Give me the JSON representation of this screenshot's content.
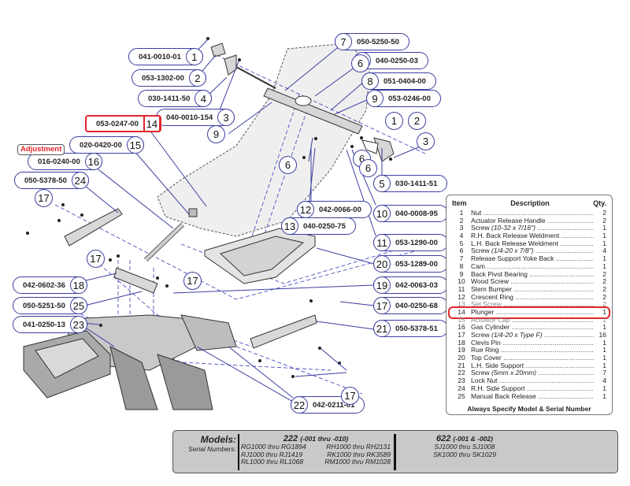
{
  "diagram": {
    "callouts": [
      {
        "item": "1",
        "part": "041-0010-01"
      },
      {
        "item": "2",
        "part": "053-1302-00"
      },
      {
        "item": "4",
        "part": "030-1411-50"
      },
      {
        "item": "3",
        "part": "040-0010-154"
      },
      {
        "item": "14",
        "part": "053-0247-00"
      },
      {
        "item": "15",
        "part": "020-0420-00"
      },
      {
        "item": "16",
        "part": "016-0240-00"
      },
      {
        "item": "24",
        "part": "050-5378-50"
      },
      {
        "item": "18",
        "part": "042-0602-36"
      },
      {
        "item": "25",
        "part": "050-5251-50"
      },
      {
        "item": "23",
        "part": "041-0250-13"
      },
      {
        "item": "7",
        "part": "050-5250-50"
      },
      {
        "item": "6",
        "part": "040-0250-03"
      },
      {
        "item": "8",
        "part": "051-0404-00"
      },
      {
        "item": "9",
        "part": "053-0246-00"
      },
      {
        "item": "5",
        "part": "030-1411-51"
      },
      {
        "item": "12",
        "part": "042-0066-00"
      },
      {
        "item": "13",
        "part": "040-0250-75"
      },
      {
        "item": "10",
        "part": "040-0008-95"
      },
      {
        "item": "11",
        "part": "053-1290-00"
      },
      {
        "item": "20",
        "part": "053-1289-00"
      },
      {
        "item": "19",
        "part": "042-0063-03"
      },
      {
        "item": "17",
        "part": "040-0250-68"
      },
      {
        "item": "21",
        "part": "050-5378-51"
      },
      {
        "item": "22",
        "part": "042-0211-01"
      }
    ],
    "bubbles": [
      "9",
      "6",
      "6",
      "1",
      "2",
      "3",
      "6",
      "17",
      "17",
      "17",
      "17",
      "6"
    ],
    "adjustment_label": "Adjustment",
    "highlighted_item": "14"
  },
  "parts_table": {
    "headers": {
      "item": "Item",
      "description": "Description",
      "qty": "Qty."
    },
    "rows": [
      {
        "item": "1",
        "description": "Nut",
        "spec": "",
        "qty": "2"
      },
      {
        "item": "2",
        "description": "Actuator Release Handle",
        "spec": "",
        "qty": "2"
      },
      {
        "item": "3",
        "description": "Screw",
        "spec": "(10-32 x 7/16\")",
        "qty": "1"
      },
      {
        "item": "4",
        "description": "R.H. Back Release Weldment",
        "spec": "",
        "qty": "1"
      },
      {
        "item": "5",
        "description": "L.H. Back Release Weldment",
        "spec": "",
        "qty": "1"
      },
      {
        "item": "6",
        "description": "Screw",
        "spec": "(1/4-20 x 7/8\")",
        "qty": "4"
      },
      {
        "item": "7",
        "description": "Release Support Yoke Back",
        "spec": "",
        "qty": "1"
      },
      {
        "item": "8",
        "description": "Cam",
        "spec": "",
        "qty": "1"
      },
      {
        "item": "9",
        "description": "Back Pivot Bearing",
        "spec": "",
        "qty": "2"
      },
      {
        "item": "10",
        "description": "Wood Screw",
        "spec": "",
        "qty": "2"
      },
      {
        "item": "11",
        "description": "Stem Bumper",
        "spec": "",
        "qty": "2"
      },
      {
        "item": "12",
        "description": "Crescent Ring",
        "spec": "",
        "qty": "2"
      },
      {
        "item": "13",
        "description": "Set Screw",
        "spec": "",
        "qty": "2"
      },
      {
        "item": "14",
        "description": "Plunger",
        "spec": "",
        "qty": "1"
      },
      {
        "item": "15",
        "description": "Actuator Cap",
        "spec": "",
        "qty": "1"
      },
      {
        "item": "16",
        "description": "Gas Cylinder",
        "spec": "",
        "qty": "1"
      },
      {
        "item": "17",
        "description": "Screw",
        "spec": "(1/4-20 x Type F)",
        "qty": "16"
      },
      {
        "item": "18",
        "description": "Clevis Pin",
        "spec": "",
        "qty": "1"
      },
      {
        "item": "19",
        "description": "Rue Ring",
        "spec": "",
        "qty": "1"
      },
      {
        "item": "20",
        "description": "Top Cover",
        "spec": "",
        "qty": "1"
      },
      {
        "item": "21",
        "description": "L.H. Side Support",
        "spec": "",
        "qty": "1"
      },
      {
        "item": "22",
        "description": "Screw",
        "spec": "(5mm x 20mm)",
        "qty": "7"
      },
      {
        "item": "23",
        "description": "Lock Nut",
        "spec": "",
        "qty": "4"
      },
      {
        "item": "24",
        "description": "R.H. Side Support",
        "spec": "",
        "qty": "1"
      },
      {
        "item": "25",
        "description": "Manual Back Release",
        "spec": "",
        "qty": "1"
      }
    ],
    "footer": "Always Specify Model & Serial Number"
  },
  "models": {
    "models_label": "Models:",
    "serial_label": "Serial Numbers:",
    "group1": {
      "model": "222",
      "range": "(-001 thru -010)",
      "left": [
        "RG1000 thru RG1894",
        "RJ1000 thru RJ1419",
        "RL1000 thru RL1068"
      ],
      "right": [
        "RH1000 thru RH2131",
        "RK1000 thru RK3589",
        "RM1000 thru RM1028"
      ]
    },
    "group2": {
      "model": "622",
      "range": "(-001 & -002)",
      "serials": [
        "SJ1000 thru SJ1008",
        "SK1000 thru SK1029"
      ]
    }
  }
}
